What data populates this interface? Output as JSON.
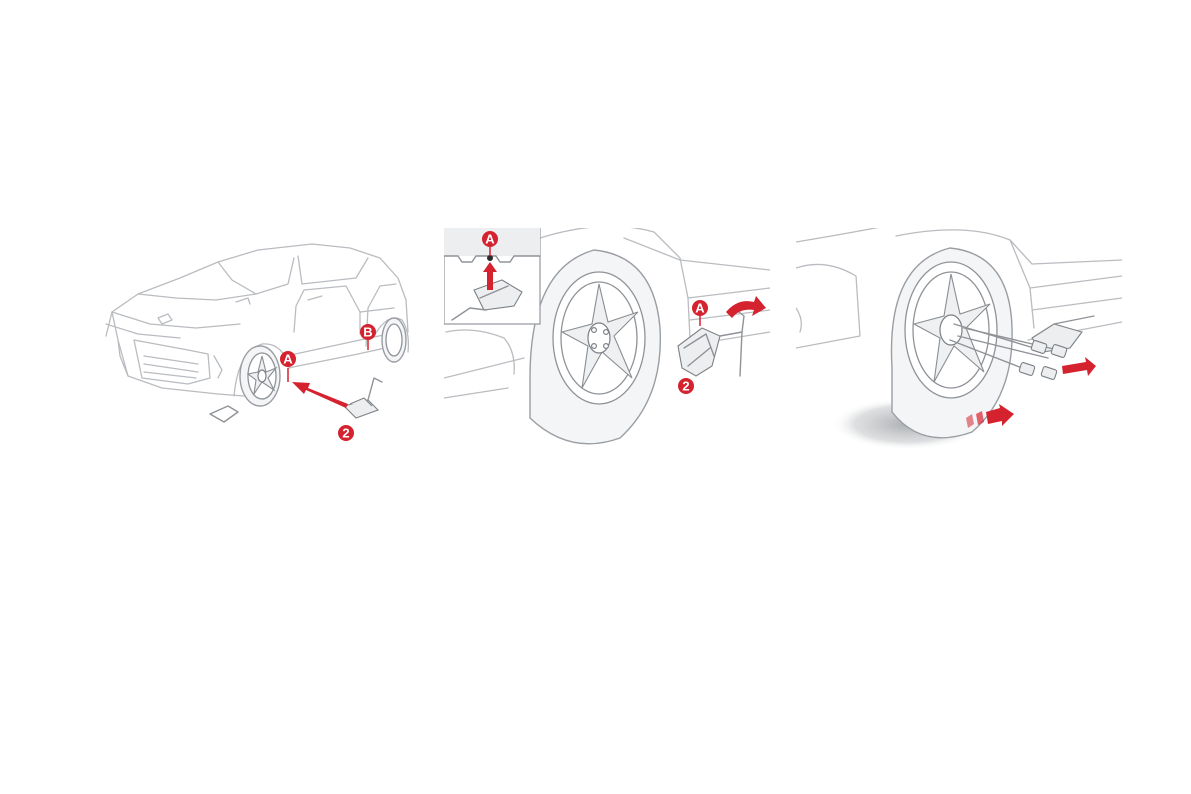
{
  "callouts": {
    "p1_a": "A",
    "p1_b": "B",
    "p1_two": "2",
    "p2_a_inset": "A",
    "p2_a": "A",
    "p2_two": "2"
  },
  "colors": {
    "accent_red": "#d5222f",
    "line_grey": "#b9bcc0",
    "background": "#ffffff"
  },
  "icons": [
    "car-icon",
    "wheel-icon",
    "scissor-jack-icon",
    "wheel-bolt-icon",
    "arrow-icon"
  ]
}
